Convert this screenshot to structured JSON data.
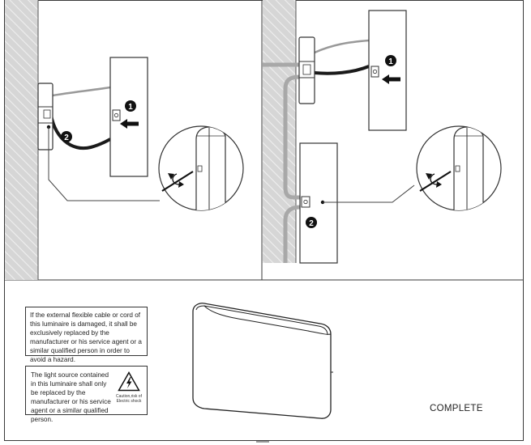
{
  "steps": {
    "step_one_marker": "1",
    "step_two_marker": "2"
  },
  "notes": {
    "cable_warning": "If the external flexible cable or cord of this luminaire is damaged, it shall be exclusively replaced by the manufacturer or his service agent or a similar qualified person in order to avoid a hazard.",
    "light_source_notice": "The light source contained in this luminaire shall only be replaced by the manufacturer or his service agent or a similar qualified person.",
    "shock_caption": "Caution,risk of Electric shock"
  },
  "footer": {
    "complete_label": "COMPLETE"
  },
  "icons": [
    "arrow-left-icon",
    "rotate-screw-icon",
    "electric-shock-warning-icon",
    "screw-icon"
  ]
}
